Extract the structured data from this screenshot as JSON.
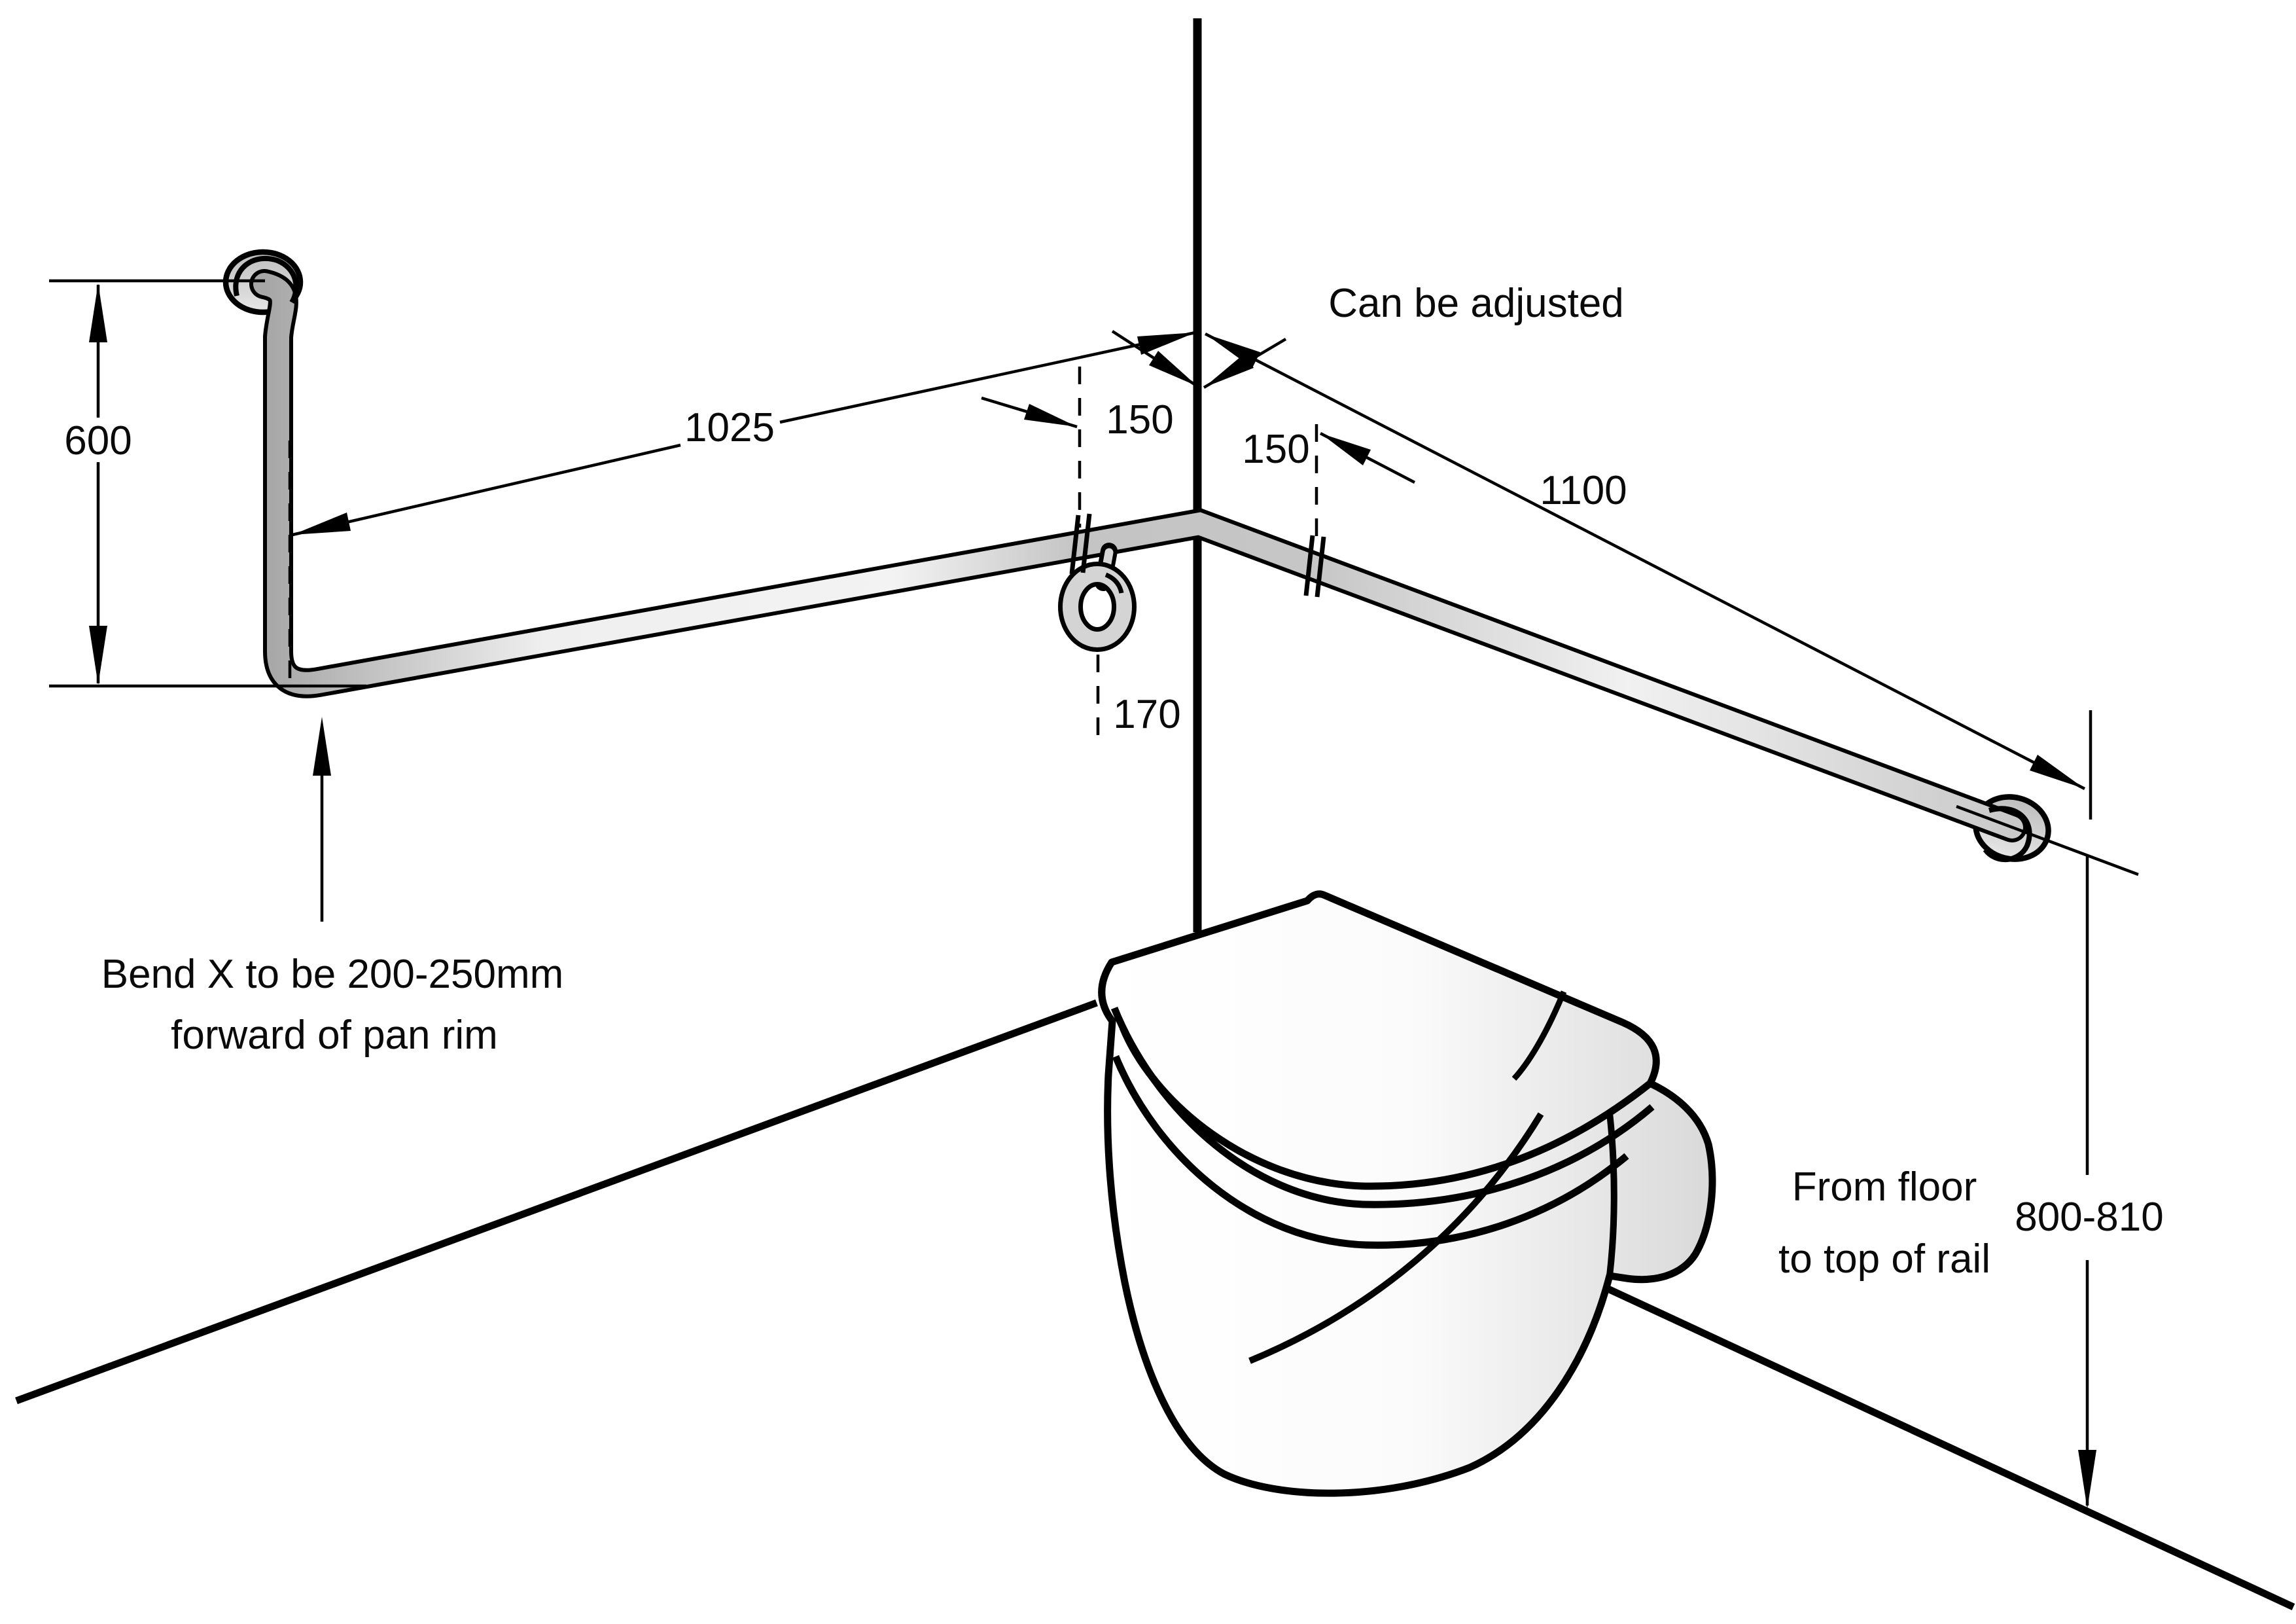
{
  "diagram": {
    "dimensions": {
      "left_rail_height": "600",
      "left_rail_length": "1025",
      "corner_offset_left": "150",
      "corner_offset_right": "150",
      "right_rail_length": "1100",
      "hook_drop": "170",
      "rail_height_range": "800-810"
    },
    "annotations": {
      "adjustable": "Can be adjusted",
      "bend_note_line1": "Bend X to be 200-250mm",
      "bend_note_line2": "forward of pan rim",
      "floor_note_line1": "From floor",
      "floor_note_line2": "to top of rail"
    },
    "colors": {
      "line": "#000000",
      "rail_gray": "#c6c6c6",
      "flange_gray": "#cccccc",
      "background": "#ffffff"
    }
  }
}
